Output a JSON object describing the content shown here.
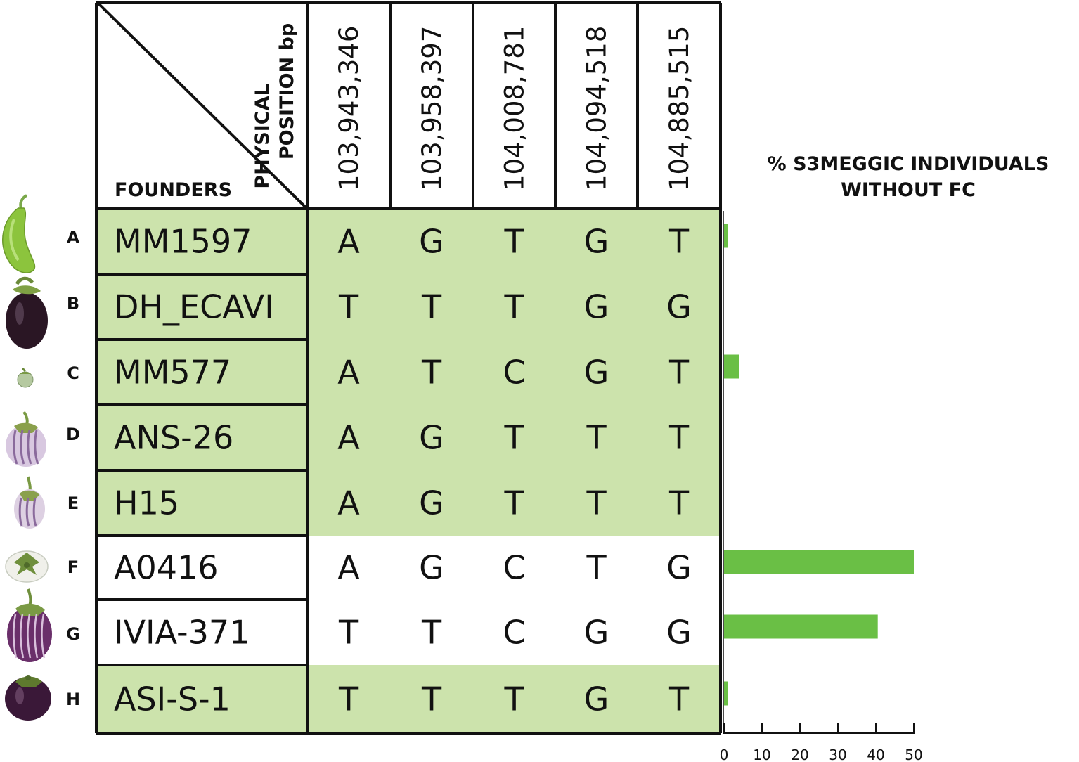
{
  "header": {
    "corner_top_line1": "PHYSICAL",
    "corner_top_line2": "POSITION bp",
    "corner_bottom": "FOUNDERS"
  },
  "positions": [
    "103,943,346",
    "103,958,397",
    "104,008,781",
    "104,094,518",
    "104,885,515"
  ],
  "founders": [
    {
      "letter": "A",
      "name": "MM1597",
      "alleles": [
        "A",
        "G",
        "T",
        "G",
        "T"
      ],
      "highlight": true,
      "fruit": "green-elongated-eggplant-icon"
    },
    {
      "letter": "B",
      "name": "DH_ECAVI",
      "alleles": [
        "T",
        "T",
        "T",
        "G",
        "G"
      ],
      "highlight": true,
      "fruit": "dark-purple-eggplant-icon"
    },
    {
      "letter": "C",
      "name": "MM577",
      "alleles": [
        "A",
        "T",
        "C",
        "G",
        "T"
      ],
      "highlight": true,
      "fruit": "small-green-fruit-icon"
    },
    {
      "letter": "D",
      "name": "ANS-26",
      "alleles": [
        "A",
        "G",
        "T",
        "T",
        "T"
      ],
      "highlight": true,
      "fruit": "striped-round-eggplant-icon"
    },
    {
      "letter": "E",
      "name": "H15",
      "alleles": [
        "A",
        "G",
        "T",
        "T",
        "T"
      ],
      "highlight": true,
      "fruit": "striped-oval-eggplant-icon"
    },
    {
      "letter": "F",
      "name": "A0416",
      "alleles": [
        "A",
        "G",
        "C",
        "T",
        "G"
      ],
      "highlight": false,
      "fruit": "white-flat-eggplant-icon"
    },
    {
      "letter": "G",
      "name": "IVIA-371",
      "alleles": [
        "T",
        "T",
        "C",
        "G",
        "G"
      ],
      "highlight": false,
      "fruit": "striped-purple-eggplant-icon"
    },
    {
      "letter": "H",
      "name": "ASI-S-1",
      "alleles": [
        "T",
        "T",
        "T",
        "G",
        "T"
      ],
      "highlight": true,
      "fruit": "round-purple-eggplant-icon"
    }
  ],
  "chart_data": {
    "type": "bar",
    "orientation": "horizontal",
    "title_line1": "% S3MEGGIC INDIVIDUALS",
    "title_line2": "WITHOUT FC",
    "categories": [
      "A",
      "B",
      "C",
      "D",
      "E",
      "F",
      "G",
      "H"
    ],
    "values": [
      1,
      0,
      4,
      0,
      0,
      50,
      40.5,
      1
    ],
    "xlim": [
      0,
      50
    ],
    "ticks": [
      0,
      10,
      20,
      30,
      40,
      50
    ],
    "bar_color": "#6abf45"
  },
  "colors": {
    "highlight_fill": "#cce3ac",
    "line": "#111111",
    "bar": "#6abf45"
  }
}
